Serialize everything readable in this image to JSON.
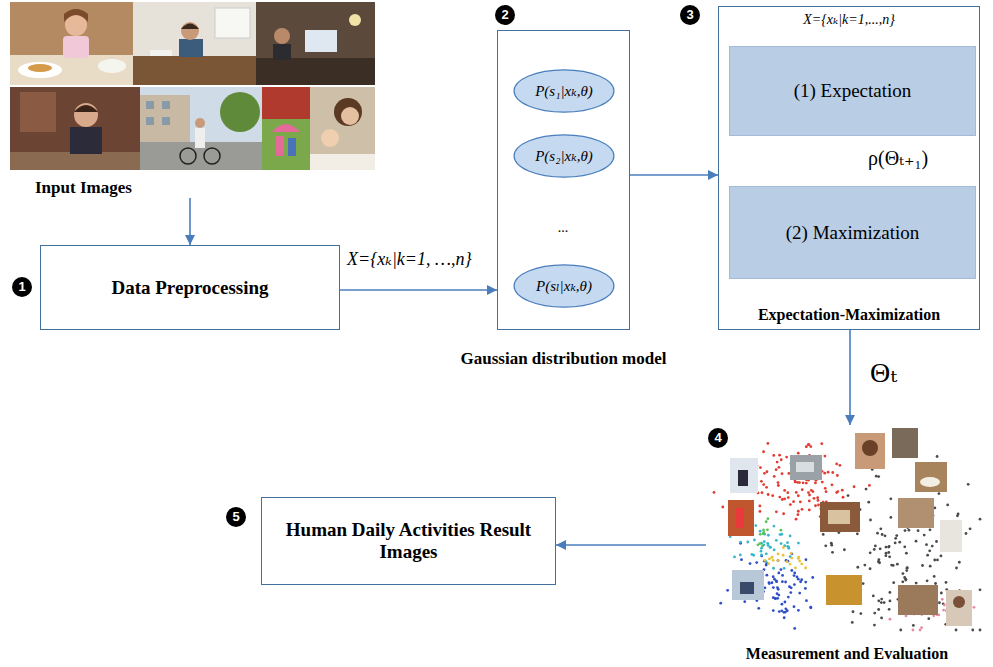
{
  "diagram": {
    "nodes": [
      {
        "text": [
          "Input Images"
        ]
      },
      {
        "text": [
          "Data Preprocessing"
        ]
      },
      {
        "text": [
          "Gaussian distribution model"
        ]
      },
      {
        "text": [
          "P(s₁|xₖ,θ)"
        ],
        "in": 2
      },
      {
        "text": [
          "P(s₂|xₖ,θ)"
        ],
        "in": 2
      },
      {
        "text": [
          "P(sₗ|xₖ,θ)"
        ],
        "in": 2
      },
      {
        "text": [
          "X={xₖ|k=1,...,n}",
          "Expectation-Maximization"
        ]
      },
      {
        "text": [
          "(1) Expectation"
        ],
        "in": 6
      },
      {
        "text": [
          "(2) Maximization"
        ],
        "in": 6
      },
      {
        "text": [
          "Measurement and Evaluation"
        ]
      },
      {
        "text": [
          "Human Daily Activities Result Images"
        ]
      }
    ],
    "edges": [
      {
        "from": 0,
        "to": 1,
        "arrow": "to"
      },
      {
        "from": 1,
        "to": 2,
        "arrow": "to",
        "label": "X={xₖ|k=1, …,n}"
      },
      {
        "from": 2,
        "to": 6,
        "arrow": "to"
      },
      {
        "from": 7,
        "to": 8,
        "arrow": "to"
      },
      {
        "from": 8,
        "to": 7,
        "arrow": "to",
        "label": "ρ(Θₜ₊₁)"
      },
      {
        "from": 6,
        "to": 9,
        "arrow": "to",
        "label": "Θₜ"
      },
      {
        "from": 9,
        "to": 10,
        "arrow": "to"
      }
    ],
    "labels": [
      "1",
      "2",
      "3",
      "4",
      "5",
      "..."
    ]
  }
}
